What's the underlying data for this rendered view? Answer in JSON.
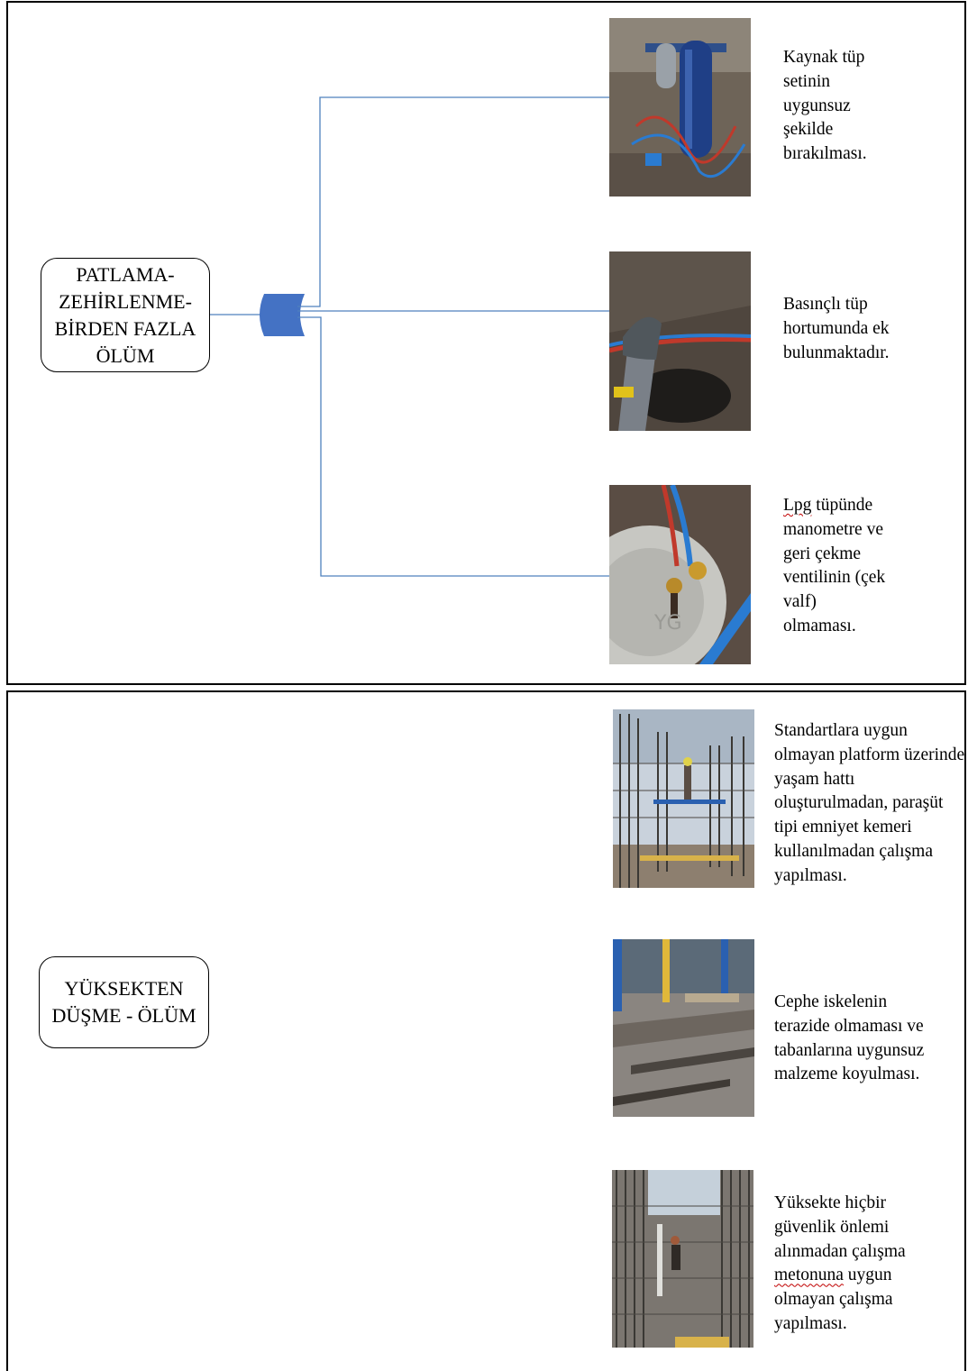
{
  "sections": [
    {
      "hazard_lines": [
        "PATLAMA-",
        "ZEHİRLENME-",
        "BİRDEN FAZLA",
        "ÖLÜM"
      ],
      "causes": [
        {
          "photo_icon": "welding-cylinder-set-photo",
          "lines": [
            "Kaynak tüp",
            "setinin",
            "uygunsuz",
            "şekilde",
            "bırakılması."
          ]
        },
        {
          "photo_icon": "pressure-hose-photo",
          "lines": [
            "Basınçlı tüp",
            "hortumunda ek",
            "bulunmaktadır."
          ]
        },
        {
          "photo_icon": "lpg-cylinder-gauge-photo",
          "lines": [
            "Lpg tüpünde",
            "manometre ve",
            "geri çekme",
            "ventilinin (çek",
            "valf)",
            "olmaması."
          ]
        }
      ]
    },
    {
      "hazard_lines": [
        "YÜKSEKTEN",
        "DÜŞME - ÖLÜM"
      ],
      "causes": [
        {
          "photo_icon": "scaffold-platform-photo",
          "lines": [
            "Standartlara uygun",
            "olmayan platform üzerinde",
            "yaşam hattı",
            "oluşturulmadan, paraşüt",
            "tipi emniyet kemeri",
            "kullanılmadan çalışma",
            "yapılması."
          ]
        },
        {
          "photo_icon": "facade-scaffold-base-photo",
          "lines": [
            "Cephe iskelenin",
            "terazide olmaması ve",
            "tabanlarına uygunsuz",
            "malzeme koyulması."
          ]
        },
        {
          "photo_icon": "rebar-height-work-photo",
          "lines": [
            "Yüksekte hiçbir",
            "güvenlik önlemi",
            "alınmadan çalışma",
            "metonuna uygun",
            "olmayan çalışma",
            "yapılması."
          ]
        }
      ]
    }
  ],
  "colors": {
    "connector_line": "#4f81bd",
    "connector_shape": "#4472c4",
    "spellcheck_underline": "#c00000"
  }
}
